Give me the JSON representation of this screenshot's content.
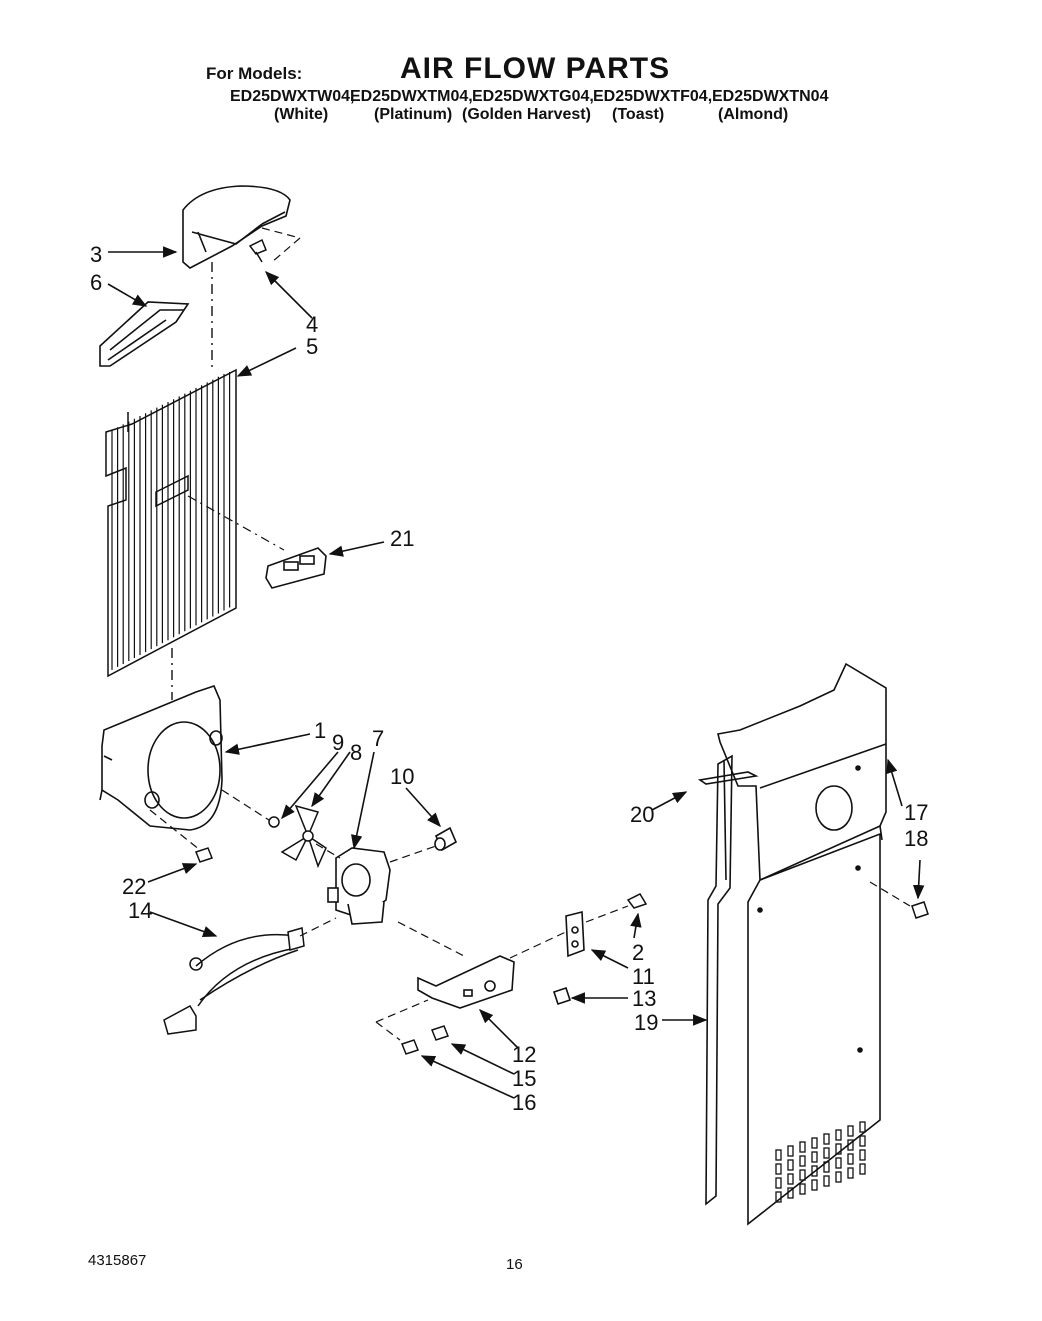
{
  "header": {
    "for_models_label": "For Models:",
    "title": "AIR FLOW PARTS",
    "models": [
      "ED25DWXTW04,",
      "ED25DWXTM04,",
      "ED25DWXTG04,",
      "ED25DWXTF04,",
      "ED25DWXTN04"
    ],
    "colors": [
      "(White)",
      "(Platinum)",
      "(Golden Harvest)",
      "(Toast)",
      "(Almond)"
    ]
  },
  "parts": {
    "evaporator_cover": "3",
    "grille_bracket": "6",
    "screw_top": "4",
    "evaporator_panel": "5",
    "sensor_housing": "21",
    "fan_shroud": "1",
    "fan_retainer": "9",
    "fan_blade": "8",
    "fan_motor": "7",
    "grommet": "10",
    "shroud_screw": "22",
    "wire_harness": "14",
    "liner_assembly": "17",
    "liner_screw": "18",
    "seal_strip": "20",
    "bracket_screw": "2",
    "hinge_bracket": "11",
    "clip": "13",
    "side_channel": "19",
    "motor_bracket": "12",
    "bracket_screw_a": "15",
    "bracket_screw_b": "16"
  },
  "footer": {
    "doc_number": "4315867",
    "page_number": "16"
  }
}
